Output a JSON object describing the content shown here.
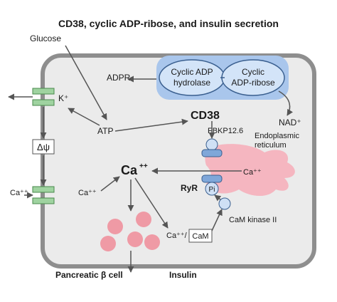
{
  "title": "CD38, cyclic ADP-ribose, and insulin secretion",
  "labels": {
    "glucose": "Glucose",
    "adpr": "ADPR",
    "k_plus": "K⁺",
    "atp": "ATP",
    "cd38": "CD38",
    "nad_plus": "NAD⁺",
    "fkbp": "FBKP12.6",
    "er": "Endoplasmic",
    "er2": "reticulum",
    "delta_psi": "Δψ",
    "ca_out": "Ca⁺⁺",
    "ca_in_channel": "Ca⁺⁺",
    "ca_center": "Ca",
    "ca_center_sup": "++",
    "ca_er": "Ca⁺⁺",
    "ryr": "RyR",
    "pi": "Pi",
    "cam_kinase": "CaM kinase II",
    "ca_cam_prefix": "Ca⁺⁺/",
    "cam": "CaM",
    "beta_cell": "Pancreatic β cell",
    "insulin": "Insulin"
  },
  "blue_box": {
    "hydrolase_line1": "Cyclic ADP",
    "hydrolase_line2": "hydrolase",
    "ribose_line1": "Cyclic",
    "ribose_line2": "ADP-ribose"
  },
  "colors": {
    "cell_fill": "#ebebeb",
    "cell_border": "#8e8e8e",
    "blue_box": "#a9c6ec",
    "blue_ellipse": "#d3e4f8",
    "channel_green": "#9fd3a0",
    "er_pink": "#f5b6c0",
    "granule": "#ef9aa5",
    "protein_blue": "#7fa7d9",
    "protein_light": "#cfe0f5"
  }
}
